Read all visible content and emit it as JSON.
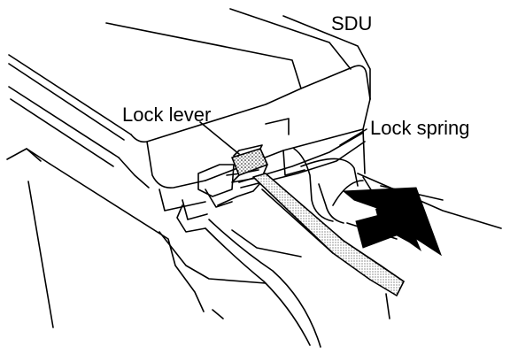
{
  "diagram": {
    "labels": {
      "sdu": "SDU",
      "lock_lever": "Lock lever",
      "lock_spring": "Lock spring"
    },
    "colors": {
      "line": "#000000",
      "background": "#ffffff"
    },
    "icons": [
      "insertion-arrow-icon"
    ]
  }
}
